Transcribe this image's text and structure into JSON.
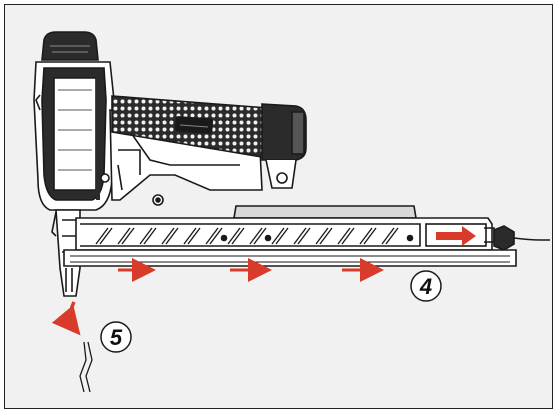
{
  "figure": {
    "steps": [
      {
        "number": "4"
      },
      {
        "number": "5"
      }
    ],
    "colors": {
      "background": "#f1f1f1",
      "outline": "#1a1a1a",
      "body_dark": "#2b2b2b",
      "arrow_red": "#d83b2a"
    },
    "badge_icon": "step-number-circle"
  }
}
